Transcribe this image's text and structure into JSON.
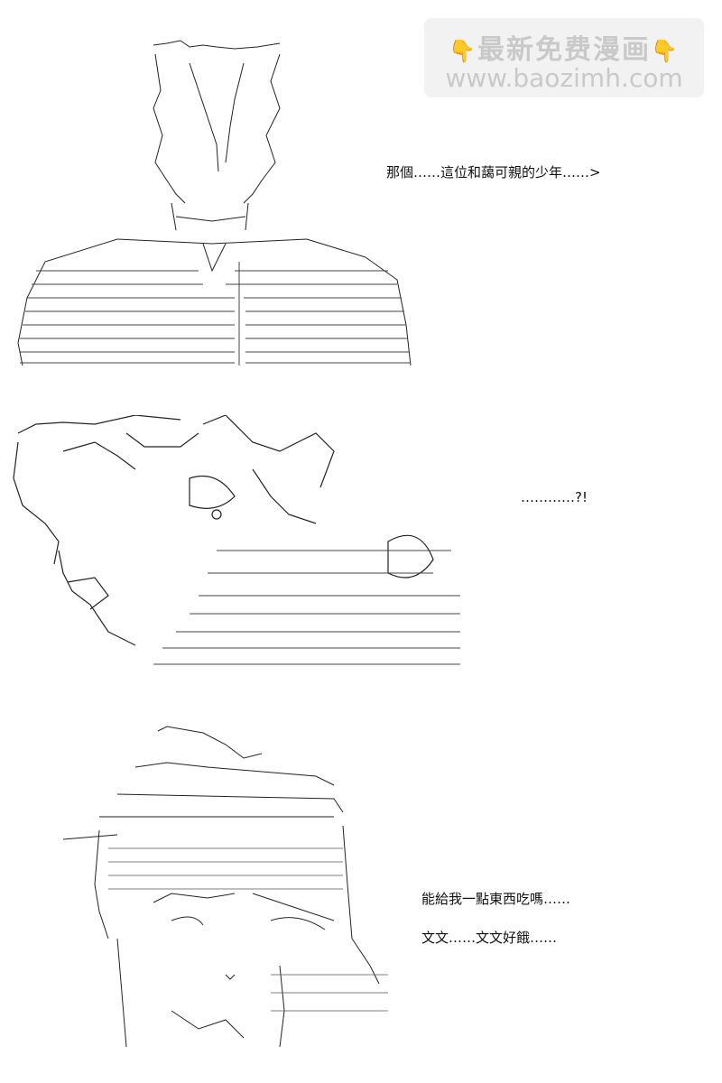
{
  "watermark": {
    "title": "最新免费漫画",
    "hand_icon": "pointing-down-hand",
    "url": "www.baozimh.com"
  },
  "dialogs": {
    "first": "那個……這位和藹可親的少年……>",
    "second": "…………?!",
    "third": "能給我一點東西吃嗎……",
    "fourth": "文文……文文好餓……"
  },
  "colors": {
    "watermark_bg": "#f2f2f2",
    "watermark_text": "#c9c9c9",
    "hand": "#f2b23a",
    "ink": "#111111"
  }
}
